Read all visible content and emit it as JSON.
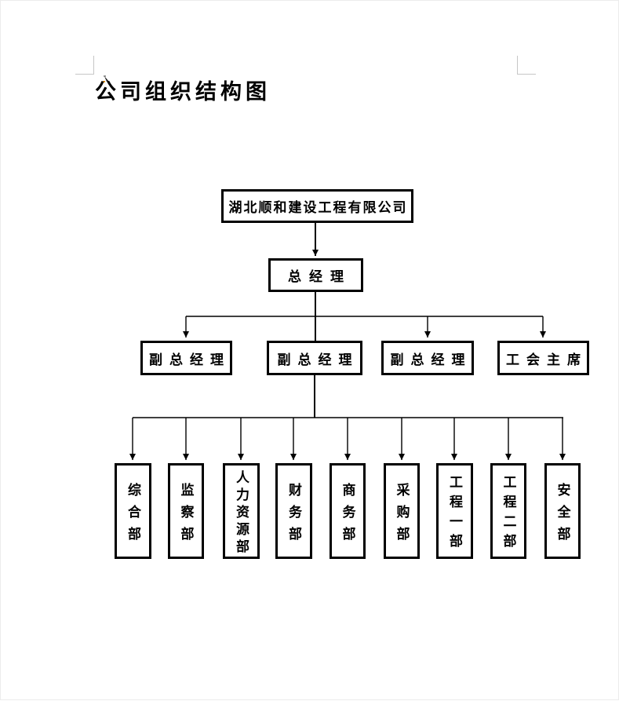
{
  "title": "公司组织结构图",
  "org_chart": {
    "company": "湖北顺和建设工程有限公司",
    "general_manager": "总经理",
    "executives": [
      "副总经理",
      "副总经理",
      "副总经理",
      "工会主席"
    ],
    "departments": [
      "综合部",
      "监察部",
      "人力资源部",
      "财务部",
      "商务部",
      "采购部",
      "工程一部",
      "工程二部",
      "安全部"
    ]
  },
  "colors": {
    "line": "#000000",
    "box_border": "#000000",
    "text": "#000000",
    "margin_mark": "#c6c6c6"
  }
}
